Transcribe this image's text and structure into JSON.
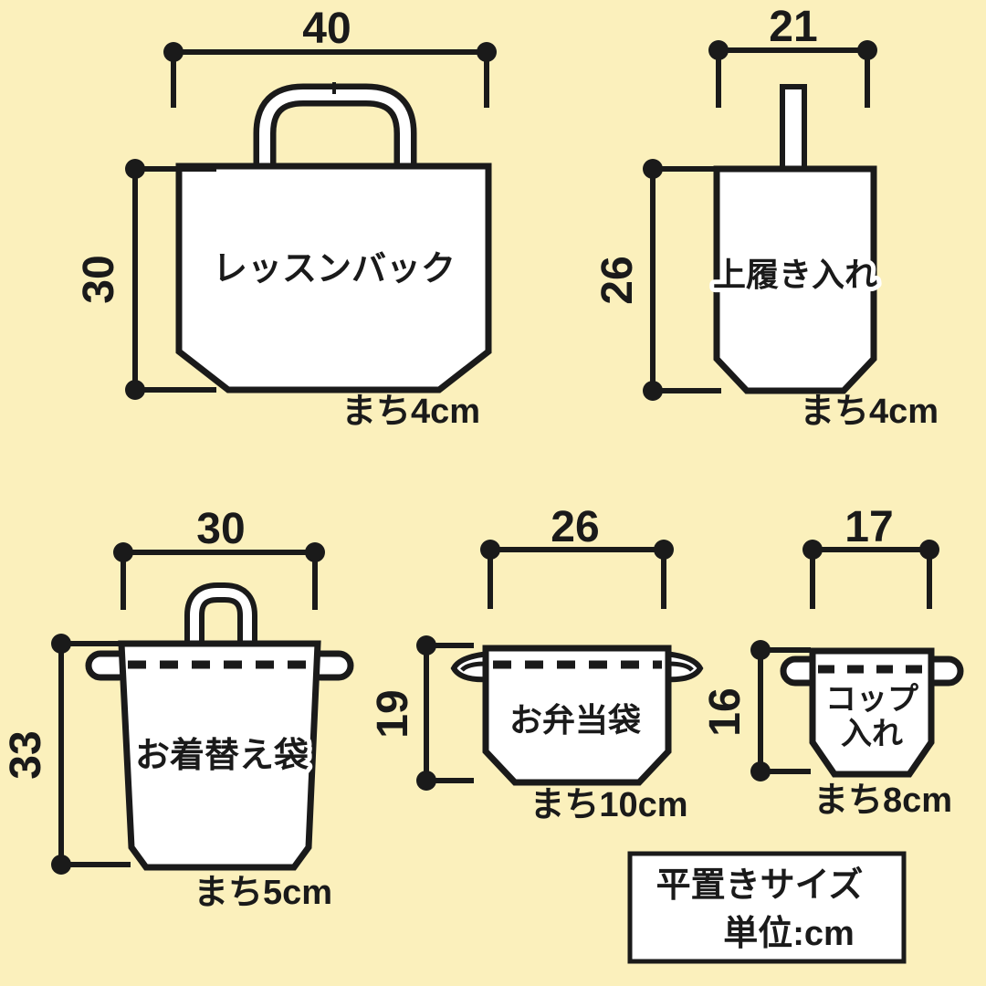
{
  "palette": {
    "background": "#FBF0BC",
    "ink": "#1A1A1A",
    "bag_fill": "#FFFFFF"
  },
  "bags": [
    {
      "id": "lesson-bag",
      "name": "レッスンバック",
      "width": "40",
      "height": "30",
      "gusset": "まち4cm"
    },
    {
      "id": "shoe-bag",
      "name": "上履き入れ",
      "width": "21",
      "height": "26",
      "gusset": "まち4cm"
    },
    {
      "id": "clothes-bag",
      "name": "お着替え袋",
      "width": "30",
      "height": "33",
      "gusset": "まち5cm"
    },
    {
      "id": "lunch-bag",
      "name": "お弁当袋",
      "width": "26",
      "height": "19",
      "gusset": "まち10cm"
    },
    {
      "id": "cup-bag",
      "name": "コップ入れ",
      "name_line1": "コップ",
      "name_line2": "入れ",
      "width": "17",
      "height": "16",
      "gusset": "まち8cm"
    }
  ],
  "legend": {
    "line1": "平置きサイズ",
    "line2": "単位:cm"
  }
}
